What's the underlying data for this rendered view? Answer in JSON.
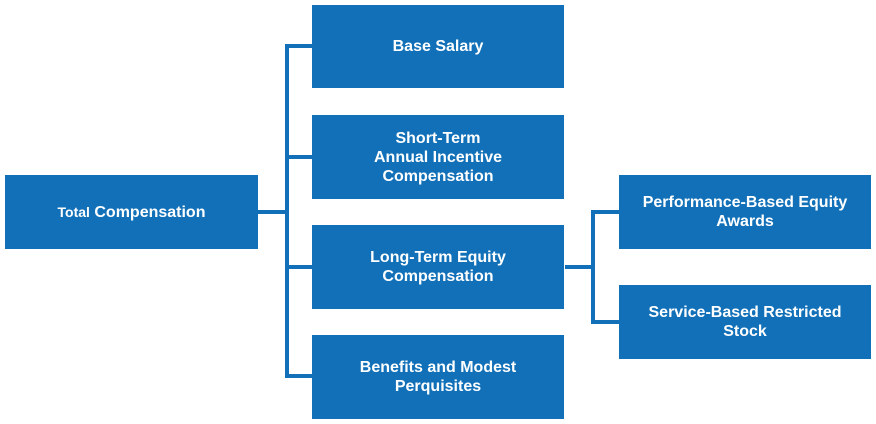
{
  "root": {
    "label_prefix": "Total",
    "label_main": "Compensation"
  },
  "components": [
    {
      "label": "Base Salary"
    },
    {
      "label": "Short-Term\nAnnual Incentive\nCompensation"
    },
    {
      "label": "Long-Term Equity\nCompensation"
    },
    {
      "label": "Benefits and Modest\nPerquisites"
    }
  ],
  "equity_components": [
    {
      "label": "Performance-Based Equity\nAwards"
    },
    {
      "label": "Service-Based Restricted\nStock"
    }
  ],
  "colors": {
    "box": "#1170b8",
    "connector": "#1170b8",
    "text": "#ffffff"
  }
}
